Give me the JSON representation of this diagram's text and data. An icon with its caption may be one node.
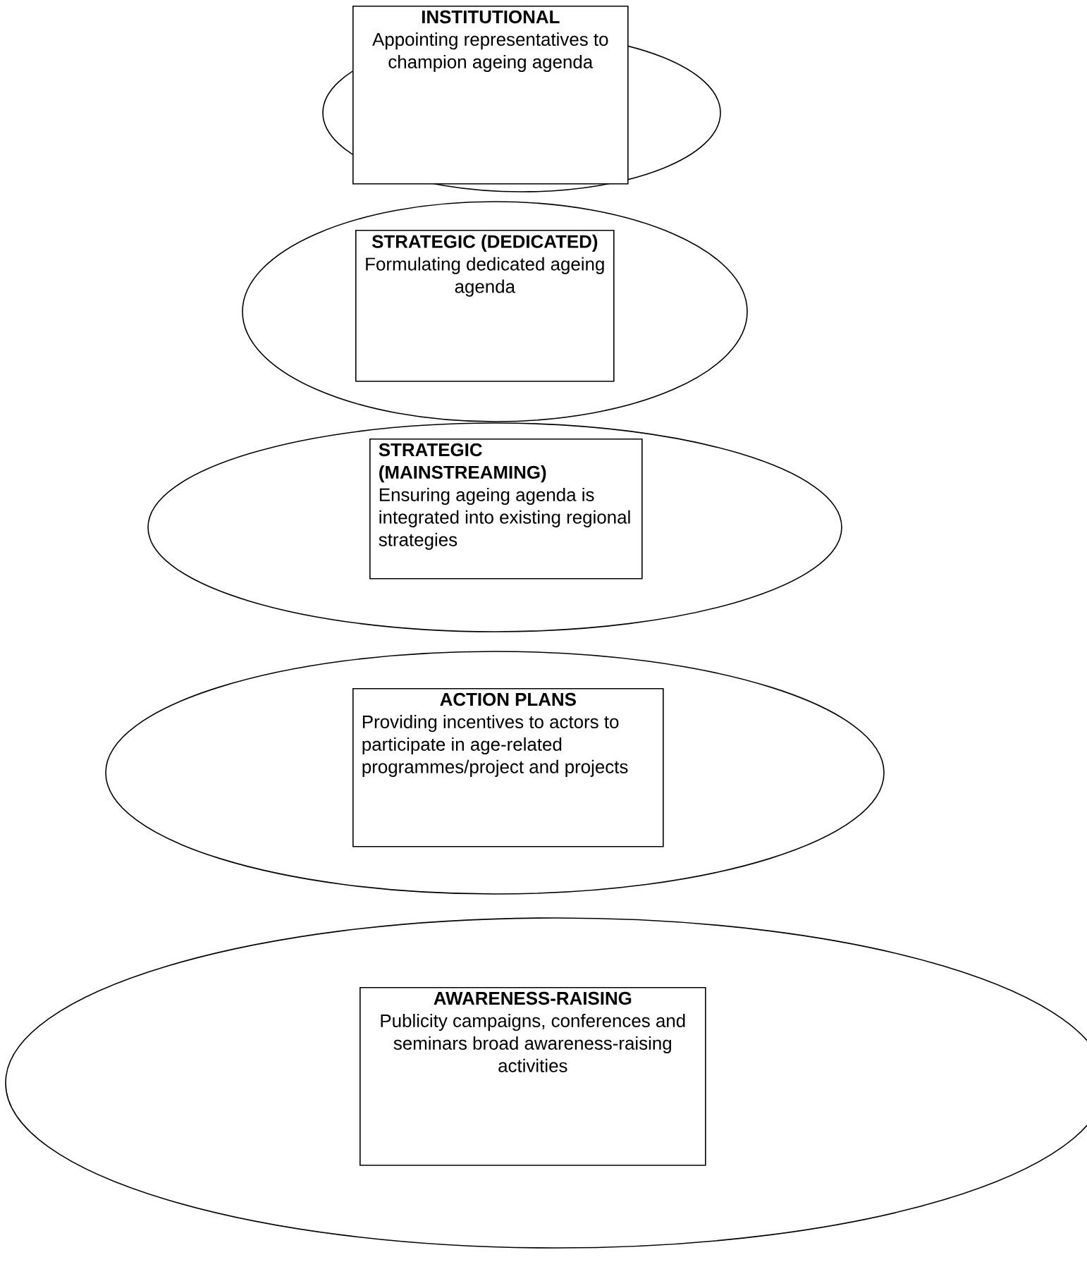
{
  "diagram": {
    "nodes": [
      {
        "text": [],
        "shape": "ellipse"
      },
      {
        "text": [
          "INSTITUTIONAL",
          "Appointing representatives to champion ageing agenda"
        ],
        "in": 0
      },
      {
        "text": [],
        "shape": "ellipse"
      },
      {
        "text": [
          "STRATEGIC (DEDICATED)",
          "Formulating dedicated ageing agenda"
        ],
        "in": 2
      },
      {
        "text": [],
        "shape": "ellipse"
      },
      {
        "text": [
          "STRATEGIC (MAINSTREAMING)",
          "Ensuring ageing agenda is integrated into existing regional strategies"
        ],
        "in": 4
      },
      {
        "text": [],
        "shape": "ellipse"
      },
      {
        "text": [
          "ACTION PLANS",
          "Providing incentives to actors to participate in age-related programmes/project and projects"
        ],
        "in": 6
      },
      {
        "text": [],
        "shape": "ellipse"
      },
      {
        "text": [
          "AWARENESS-RAISING",
          "Publicity campaigns, conferences and seminars broad awareness-raising activities"
        ],
        "in": 8
      }
    ]
  }
}
